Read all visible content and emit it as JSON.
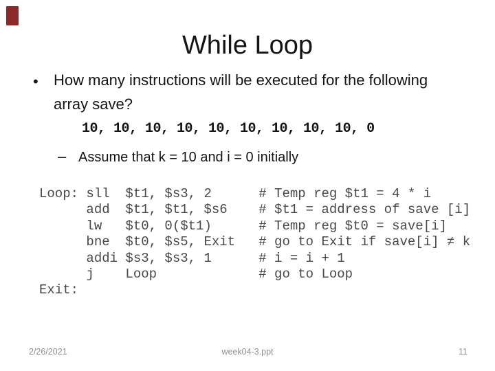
{
  "slide": {
    "title": "While Loop",
    "bullet": {
      "marker": "•",
      "text": "How many instructions will be executed for the following array save?"
    },
    "array_values": "10, 10, 10, 10, 10, 10, 10, 10, 10, 0",
    "sub_bullet": {
      "marker": "–",
      "text": "Assume that k = 10 and i = 0 initially"
    },
    "code": "Loop: sll  $t1, $s3, 2      # Temp reg $t1 = 4 * i\n      add  $t1, $t1, $s6    # $t1 = address of save [i]\n      lw   $t0, 0($t1)      # Temp reg $t0 = save[i]\n      bne  $t0, $s5, Exit   # go to Exit if save[i] ≠ k\n      addi $s3, $s3, 1      # i = i + 1\n      j    Loop             # go to Loop\nExit:",
    "footer": {
      "date": "2/26/2021",
      "filename": "week04-3.ppt",
      "page_number": "11"
    },
    "accent": {
      "corner_mark_color": "#8b2a2a"
    }
  }
}
